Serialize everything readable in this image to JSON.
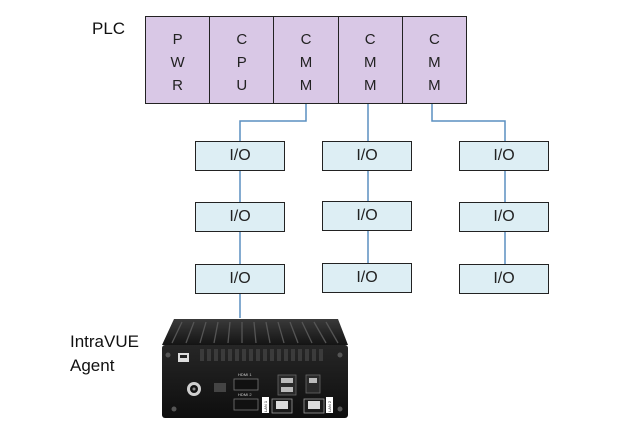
{
  "labels": {
    "plc": "PLC",
    "agent_line1": "IntraVUE",
    "agent_line2": "Agent"
  },
  "plc_modules": [
    {
      "letters": [
        "P",
        "W",
        "R"
      ]
    },
    {
      "letters": [
        "C",
        "P",
        "U"
      ]
    },
    {
      "letters": [
        "C",
        "M",
        "M"
      ]
    },
    {
      "letters": [
        "C",
        "M",
        "M"
      ]
    },
    {
      "letters": [
        "C",
        "M",
        "M"
      ]
    }
  ],
  "io_label": "I/O",
  "device_ports": {
    "hdmi1": "HDMI 1",
    "hdmi2": "HDMI 2",
    "lan1": "LAN 1",
    "lan2": "LAN 2"
  },
  "colors": {
    "module_fill": "#d9c8e6",
    "io_fill": "#ddeef4",
    "wire": "#5a8fc0",
    "device_body": "#1c1c1c"
  }
}
